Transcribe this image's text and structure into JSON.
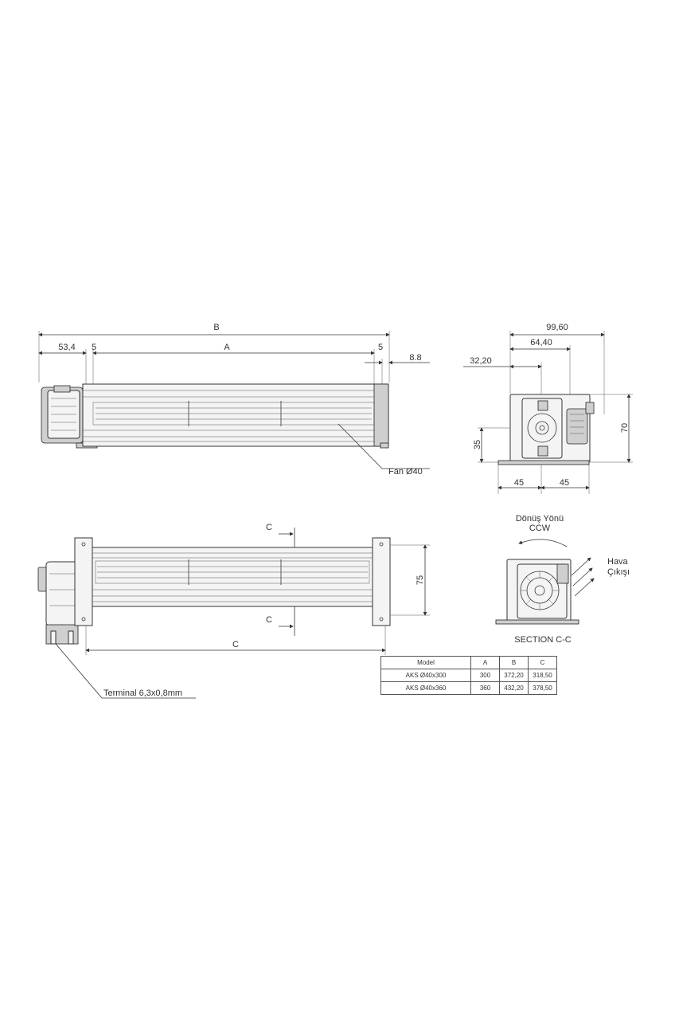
{
  "front_view": {
    "dim_B": "B",
    "dim_53_4": "53,4",
    "dim_5_left": "5",
    "dim_A": "A",
    "dim_5_right": "5",
    "dim_8_8": "8.8",
    "fan_label": "Fan Ø40"
  },
  "side_view": {
    "dim_99_60": "99,60",
    "dim_64_40": "64,40",
    "dim_32_20": "32,20",
    "dim_70": "70",
    "dim_35": "35",
    "dim_45_left": "45",
    "dim_45_right": "45"
  },
  "top_view": {
    "section_mark_top": "C",
    "section_mark_bottom": "C",
    "dim_75": "75",
    "dim_C": "C",
    "terminal_label": "Terminal 6,3x0,8mm"
  },
  "section_view": {
    "rotation_label": "Dönüş Yönü",
    "rotation_dir": "CCW",
    "air_label_1": "Hava",
    "air_label_2": "Çıkışı",
    "section_title": "SECTION C-C"
  },
  "spec_table": {
    "headers": [
      "Model",
      "A",
      "B",
      "C"
    ],
    "rows": [
      [
        "AKS Ø40x300",
        "300",
        "372,20",
        "318,50"
      ],
      [
        "AKS Ø40x360",
        "360",
        "432,20",
        "378,50"
      ]
    ]
  }
}
